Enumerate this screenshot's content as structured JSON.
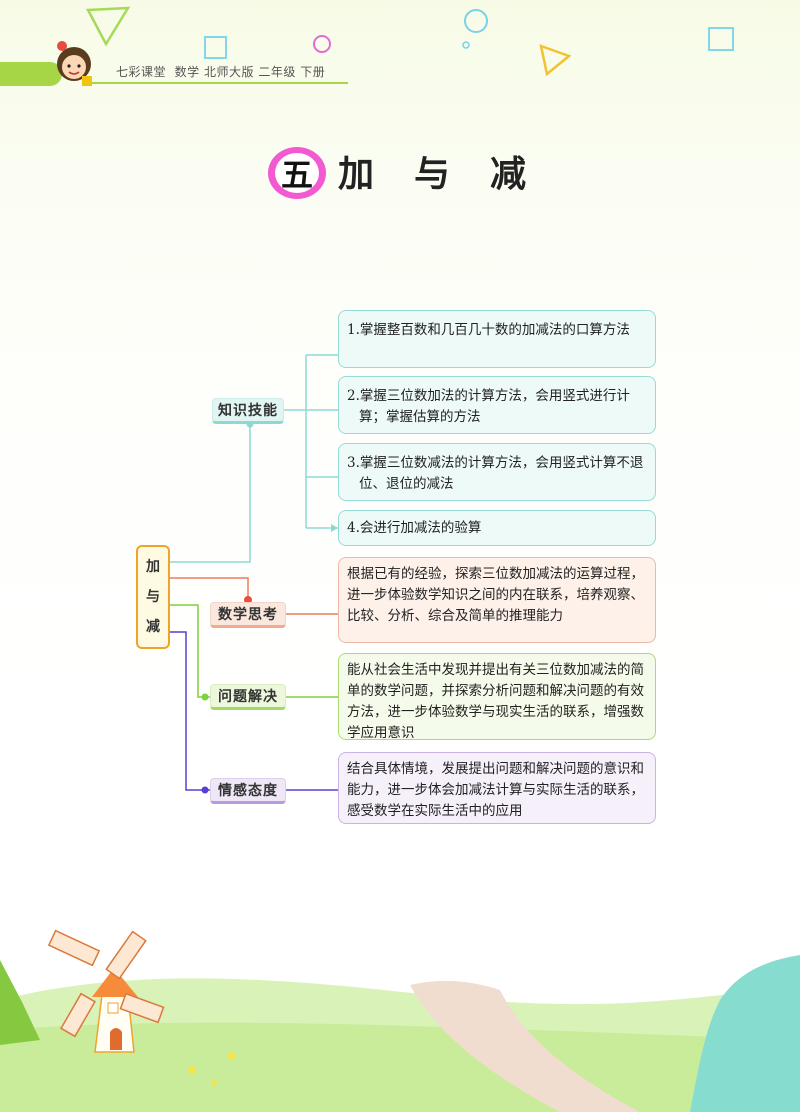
{
  "header": {
    "series": "七彩课堂",
    "subject": "数学",
    "edition": "北师大版",
    "grade": "二年级",
    "volume": "下册"
  },
  "chapter": {
    "number": "五",
    "title": "加与减"
  },
  "mindmap": {
    "root": [
      "加",
      "与",
      "减"
    ],
    "categories": [
      {
        "label": "知识技能",
        "color": "#8ed8d4",
        "items": [
          "1.掌握整百数和几百几十数的加减法的口算方法",
          "2.掌握三位数加法的计算方法，会用竖式进行计算；掌握估算的方法",
          "3.掌握三位数减法的计算方法，会用竖式计算不退位、退位的减法",
          "4.会进行加减法的验算"
        ]
      },
      {
        "label": "数学思考",
        "color": "#ee7c5a",
        "items": [
          "根据已有的经验，探索三位数加减法的运算过程，进一步体验数学知识之间的内在联系，培养观察、比较、分析、综合及简单的推理能力"
        ]
      },
      {
        "label": "问题解决",
        "color": "#7ed23d",
        "items": [
          "能从社会生活中发现并提出有关三位数加减法的简单的数学问题，并探索分析问题和解决问题的有效方法，进一步体验数学与现实生活的联系，增强数学应用意识"
        ]
      },
      {
        "label": "情感态度",
        "color": "#5a3fd6",
        "items": [
          "结合具体情境，发展提出问题和解决问题的意识和能力，进一步体会加减法计算与实际生活的联系，感受数学在实际生活中的应用"
        ]
      }
    ]
  },
  "decorations": [
    "triangle-icon",
    "circle-icon",
    "square-icon",
    "windmill",
    "girl-mascot"
  ]
}
